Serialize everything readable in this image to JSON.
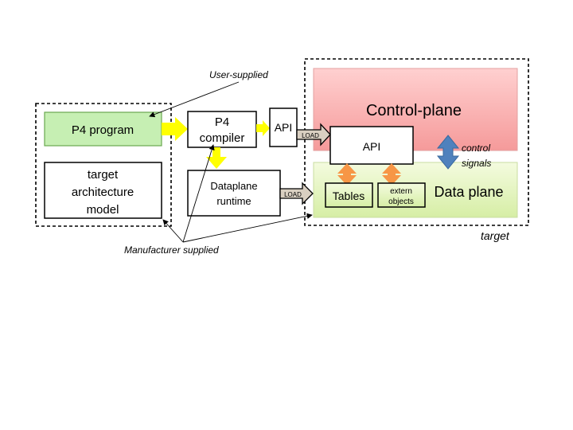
{
  "labels": {
    "user_supplied": "User-supplied",
    "manufacturer_supplied": "Manufacturer supplied",
    "target": "target",
    "p4_program": "P4 program",
    "target_arch_line1": "target",
    "target_arch_line2": "architecture",
    "target_arch_line3": "model",
    "p4_compiler_line1": "P4",
    "p4_compiler_line2": "compiler",
    "api_small": "API",
    "load_top": "LOAD",
    "dataplane_runtime_line1": "Dataplane",
    "dataplane_runtime_line2": "runtime",
    "load_bottom": "LOAD",
    "control_plane": "Control-plane",
    "api_inner": "API",
    "control_signals_line1": "control",
    "control_signals_line2": "signals",
    "data_plane": "Data plane",
    "tables": "Tables",
    "extern_line1": "extern",
    "extern_line2": "objects"
  },
  "colors": {
    "p4_program_fill": "#c6efb3",
    "p4_program_stroke": "#70ad47",
    "control_plane_fill_top": "#ffc4c4",
    "control_plane_fill_bottom": "#f6a0a0",
    "data_plane_fill_top": "#f2fbd8",
    "data_plane_fill_bottom": "#d8efa8",
    "yellow_arrow": "#ffff00",
    "orange_arrow": "#f79646",
    "blue_arrow": "#4f81bd",
    "load_arrow": "#d9cfc1"
  }
}
